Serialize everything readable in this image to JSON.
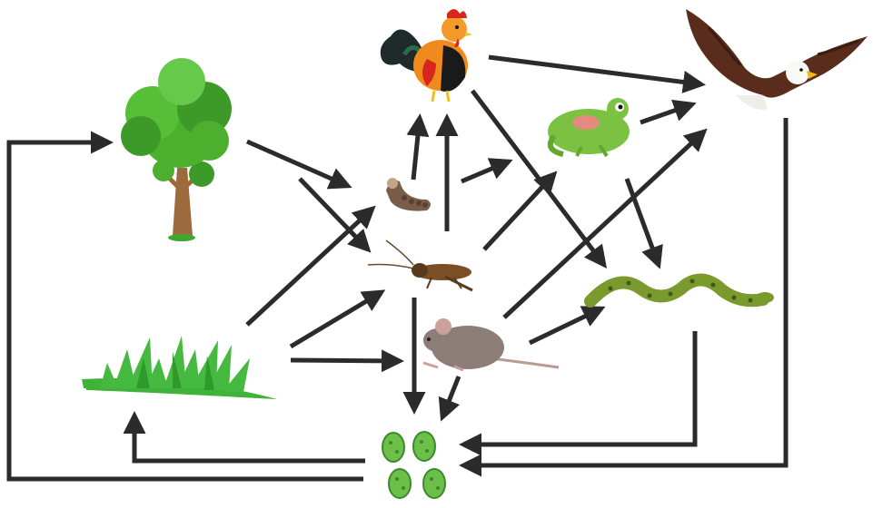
{
  "diagram": {
    "type": "food-web",
    "organisms": [
      {
        "id": "tree",
        "icon": "tree-icon"
      },
      {
        "id": "grass",
        "icon": "grass-icon"
      },
      {
        "id": "caterpillar",
        "icon": "caterpillar-icon"
      },
      {
        "id": "cricket",
        "icon": "cricket-icon"
      },
      {
        "id": "mouse",
        "icon": "mouse-icon"
      },
      {
        "id": "rooster",
        "icon": "rooster-icon"
      },
      {
        "id": "frog",
        "icon": "frog-icon"
      },
      {
        "id": "snake",
        "icon": "snake-icon"
      },
      {
        "id": "eagle",
        "icon": "eagle-icon"
      },
      {
        "id": "decomposers",
        "icon": "bacteria-icon"
      }
    ],
    "arrows": [
      {
        "from": "tree",
        "to": "caterpillar"
      },
      {
        "from": "tree",
        "to": "cricket"
      },
      {
        "from": "grass",
        "to": "caterpillar"
      },
      {
        "from": "grass",
        "to": "cricket"
      },
      {
        "from": "grass",
        "to": "mouse"
      },
      {
        "from": "caterpillar",
        "to": "rooster"
      },
      {
        "from": "caterpillar",
        "to": "frog"
      },
      {
        "from": "cricket",
        "to": "rooster"
      },
      {
        "from": "cricket",
        "to": "frog"
      },
      {
        "from": "cricket",
        "to": "decomposers"
      },
      {
        "from": "mouse",
        "to": "eagle"
      },
      {
        "from": "mouse",
        "to": "snake"
      },
      {
        "from": "mouse",
        "to": "decomposers"
      },
      {
        "from": "rooster",
        "to": "eagle"
      },
      {
        "from": "rooster",
        "to": "snake"
      },
      {
        "from": "frog",
        "to": "eagle"
      },
      {
        "from": "frog",
        "to": "snake"
      },
      {
        "from": "snake",
        "to": "decomposers"
      },
      {
        "from": "eagle",
        "to": "decomposers"
      },
      {
        "from": "decomposers",
        "to": "grass"
      },
      {
        "from": "decomposers",
        "to": "tree"
      }
    ],
    "colors": {
      "arrow": "#2b2b2b",
      "plant_green": "#4caf2e",
      "grass_green": "#3fb23a",
      "rooster_orange": "#f08a1c",
      "rooster_red": "#d9261c",
      "frog_green": "#7cc242",
      "snake_green": "#7a9a2e",
      "eagle_brown": "#5a2c1c",
      "mouse_gray": "#8c7d78",
      "bacteria_green": "#6cc04a"
    }
  }
}
